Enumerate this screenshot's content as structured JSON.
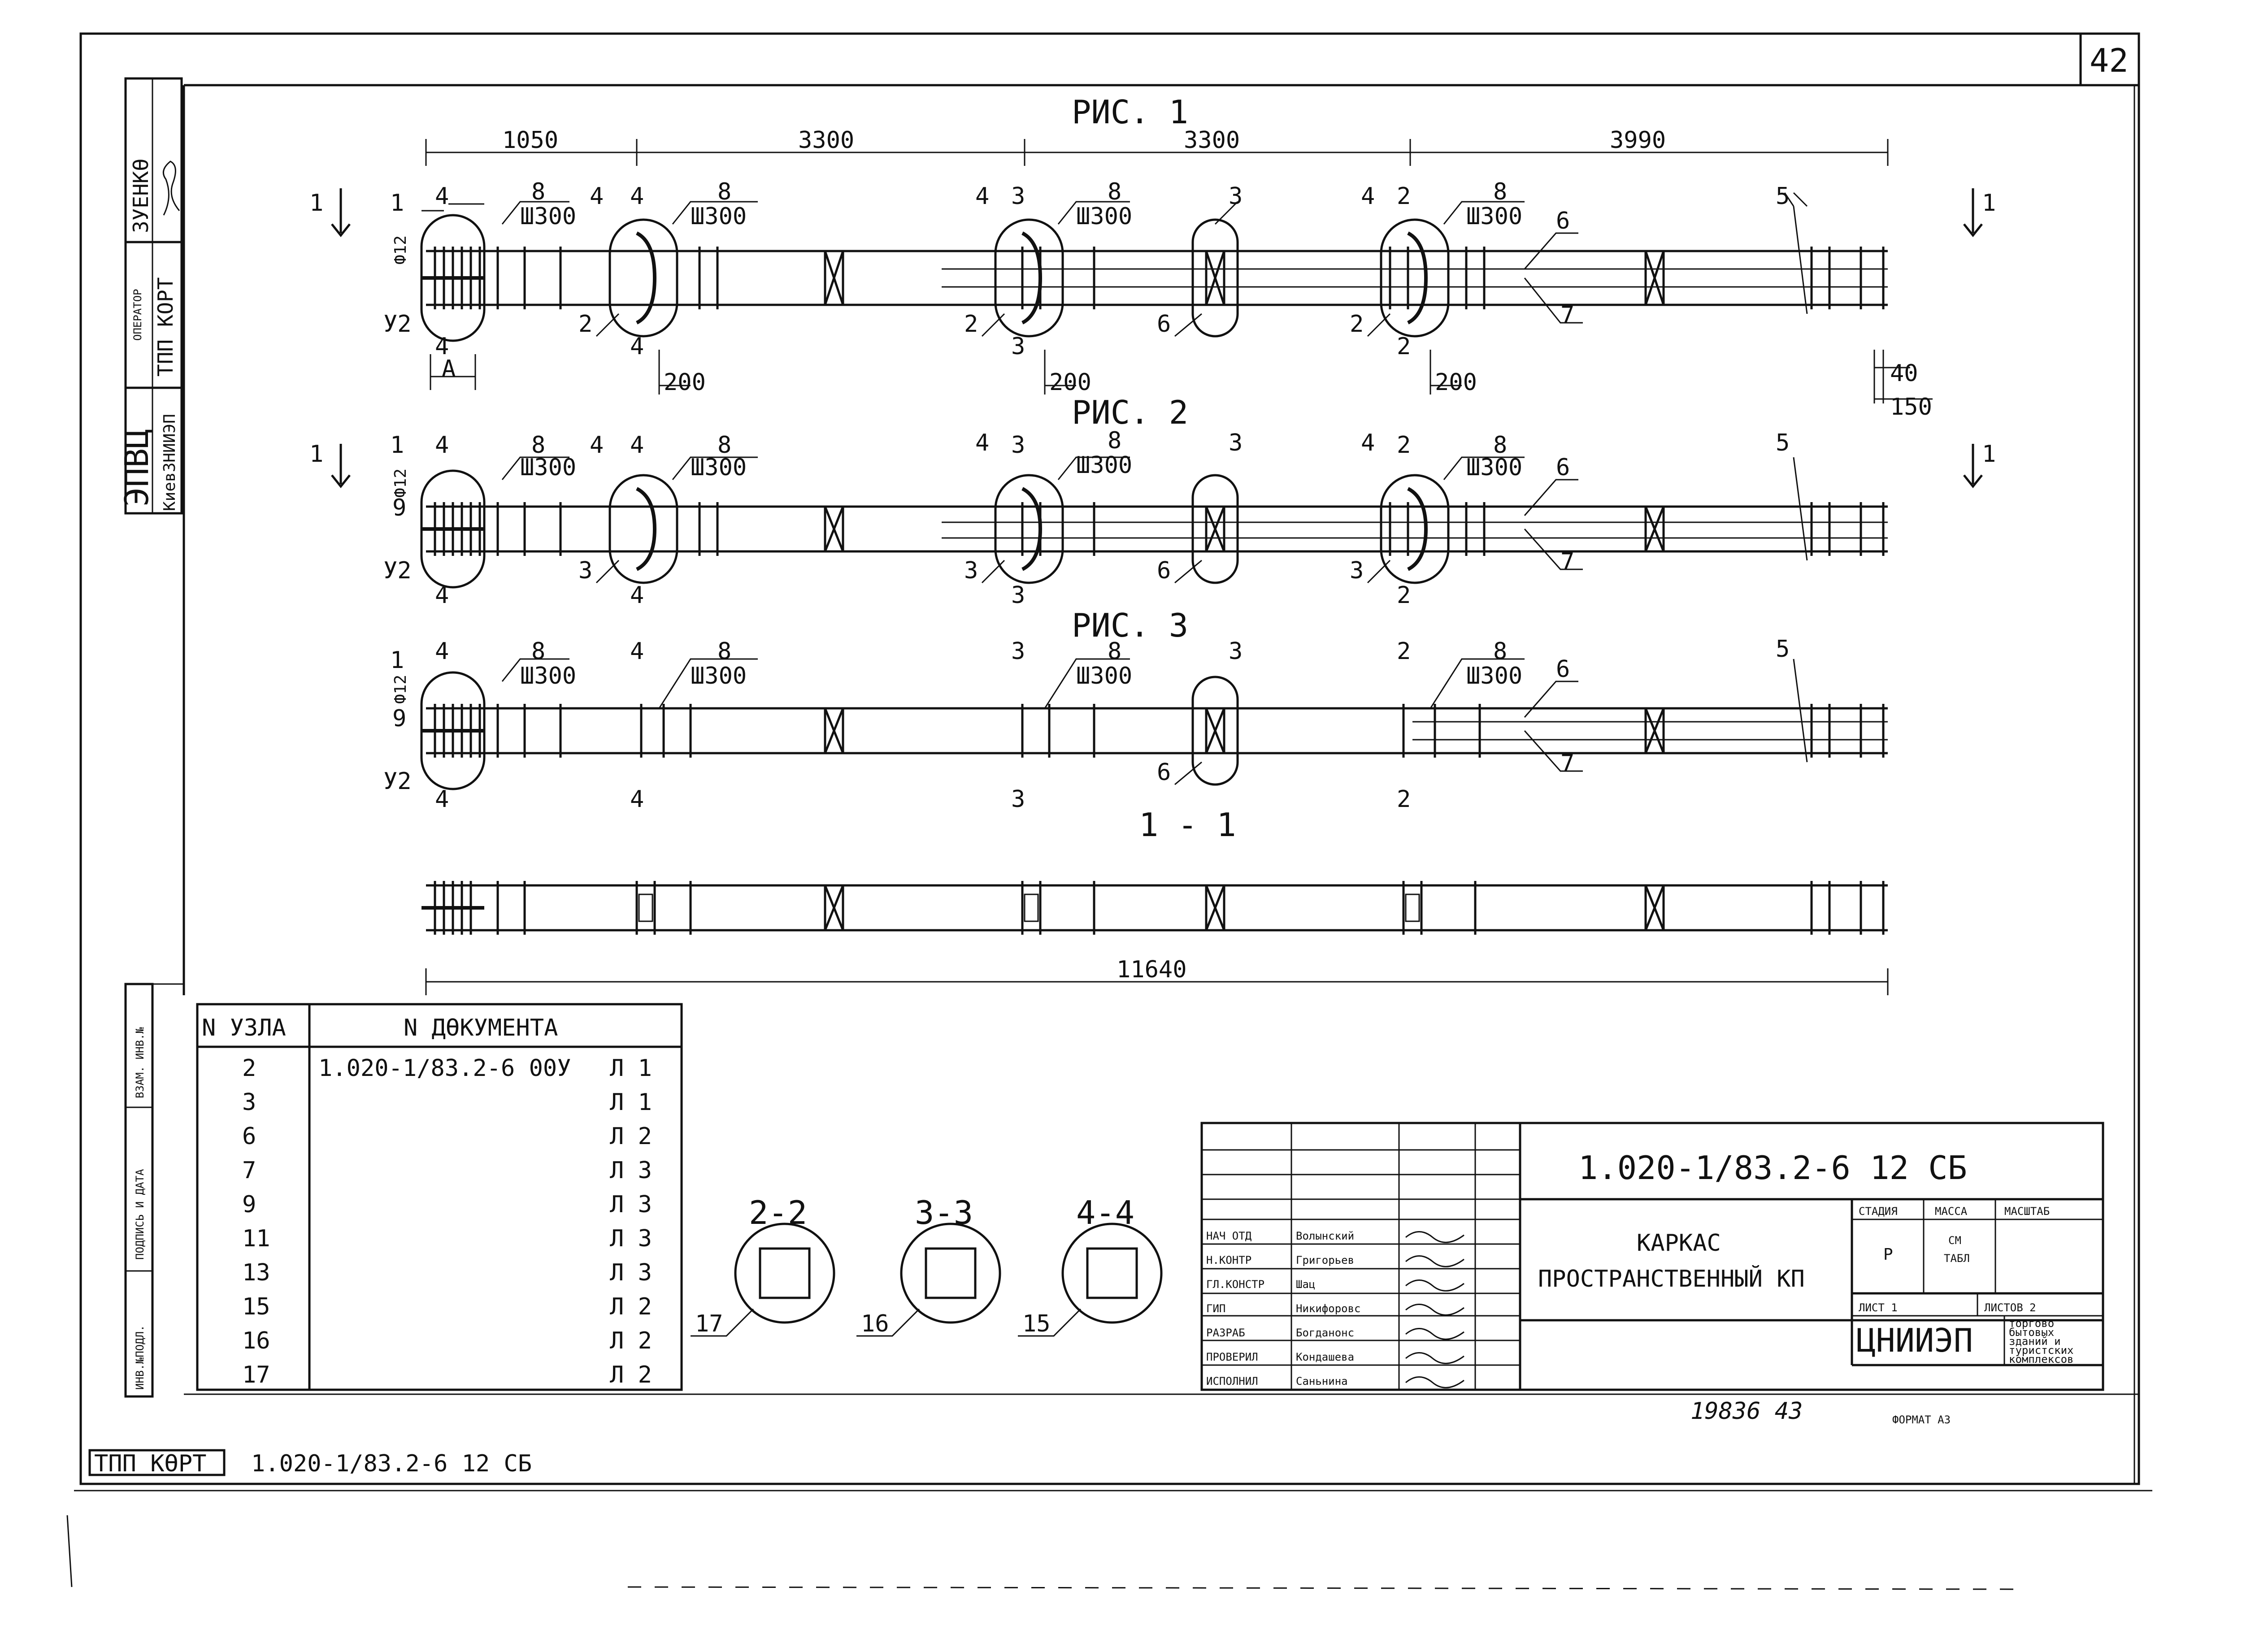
{
  "sheet": {
    "page_number": "42",
    "bottom_code": "1.020-1/83.2-6 12 СБ",
    "bottom_label": "ТПП КӨРТ",
    "inventory_number": "19836 43",
    "format": "ФОРМАТ А3"
  },
  "left_stamp": {
    "name": "ЗУЕНКӨ",
    "operator_label": "ОПЕРАТОР",
    "operator_value": "ТПП КОРТ",
    "org": "ЭПВЦ",
    "org_sub": "КиевЗНИИЭП"
  },
  "left_margin": {
    "cells": [
      "ВЗАМ. ИНВ.№",
      "ПОДПИСЬ И ДАТА",
      "ИНВ.№ПОДЛ."
    ]
  },
  "figures": {
    "fig1_title": "РИС. 1",
    "fig2_title": "РИС. 2",
    "fig3_title": "РИС. 3",
    "section_title": "1 - 1",
    "dims_top": [
      "1050",
      "3300",
      "3300",
      "3990"
    ],
    "dim_total": "11640",
    "dim_200": "200",
    "dim_40": "40",
    "dim_150": "150",
    "pitch": "8",
    "step": "Ш300",
    "dia_fig1": "Ф12",
    "dia_fig2": "Ф12",
    "u2": "У2",
    "a_label": "А",
    "cut_1": "1",
    "callouts": {
      "n1": "1",
      "n2": "2",
      "n3": "3",
      "n4": "4",
      "n5": "5",
      "n6": "6",
      "n7": "7",
      "n9": "9"
    }
  },
  "node_table": {
    "headers": [
      "N УЗЛА",
      "N ДӨКУМЕНТА"
    ],
    "rows": [
      {
        "node": "2",
        "doc": "1.020-1/83.2-6 00У",
        "sheet": "Л 1"
      },
      {
        "node": "3",
        "doc": "",
        "sheet": "Л 1"
      },
      {
        "node": "6",
        "doc": "",
        "sheet": "Л 2"
      },
      {
        "node": "7",
        "doc": "",
        "sheet": "Л 3"
      },
      {
        "node": "9",
        "doc": "",
        "sheet": "Л 3"
      },
      {
        "node": "11",
        "doc": "",
        "sheet": "Л 3"
      },
      {
        "node": "13",
        "doc": "",
        "sheet": "Л 3"
      },
      {
        "node": "15",
        "doc": "",
        "sheet": "Л 2"
      },
      {
        "node": "16",
        "doc": "",
        "sheet": "Л 2"
      },
      {
        "node": "17",
        "doc": "",
        "sheet": "Л 2"
      }
    ]
  },
  "sections": [
    {
      "title": "2-2",
      "callout": "17"
    },
    {
      "title": "3-3",
      "callout": "16"
    },
    {
      "title": "4-4",
      "callout": "15"
    }
  ],
  "title_block": {
    "code": "1.020-1/83.2-6 12 СБ",
    "name_line1": "КАРКАС",
    "name_line2": "ПРОСТРАНСТВЕННЫЙ КП",
    "stage_label": "СТАДИЯ",
    "mass_label": "МАССА",
    "scale_label": "МАСШТАБ",
    "stage_value": "Р",
    "mass_value_1": "СМ",
    "mass_value_2": "ТАБЛ",
    "sheet_label": "ЛИСТ 1",
    "sheets_label": "ЛИСТОВ 2",
    "org": "ЦНИИЭП",
    "org_sub_1": "торгово",
    "org_sub_2": "бытовых",
    "org_sub_3": "зданий и",
    "org_sub_4": "туристских",
    "org_sub_5": "комплексов",
    "staff": [
      {
        "role": "НАЧ ОТД",
        "name": "Волынский"
      },
      {
        "role": "Н.КОНТР",
        "name": "Григорьев"
      },
      {
        "role": "ГЛ.КОНСТР",
        "name": "Шац"
      },
      {
        "role": "ГИП",
        "name": "Никифоровс"
      },
      {
        "role": "РАЗРАБ",
        "name": "Богданонс"
      },
      {
        "role": "ПРОВЕРИЛ",
        "name": "Кондашева"
      },
      {
        "role": "ИСПОЛНИЛ",
        "name": "Саньнина"
      }
    ]
  }
}
